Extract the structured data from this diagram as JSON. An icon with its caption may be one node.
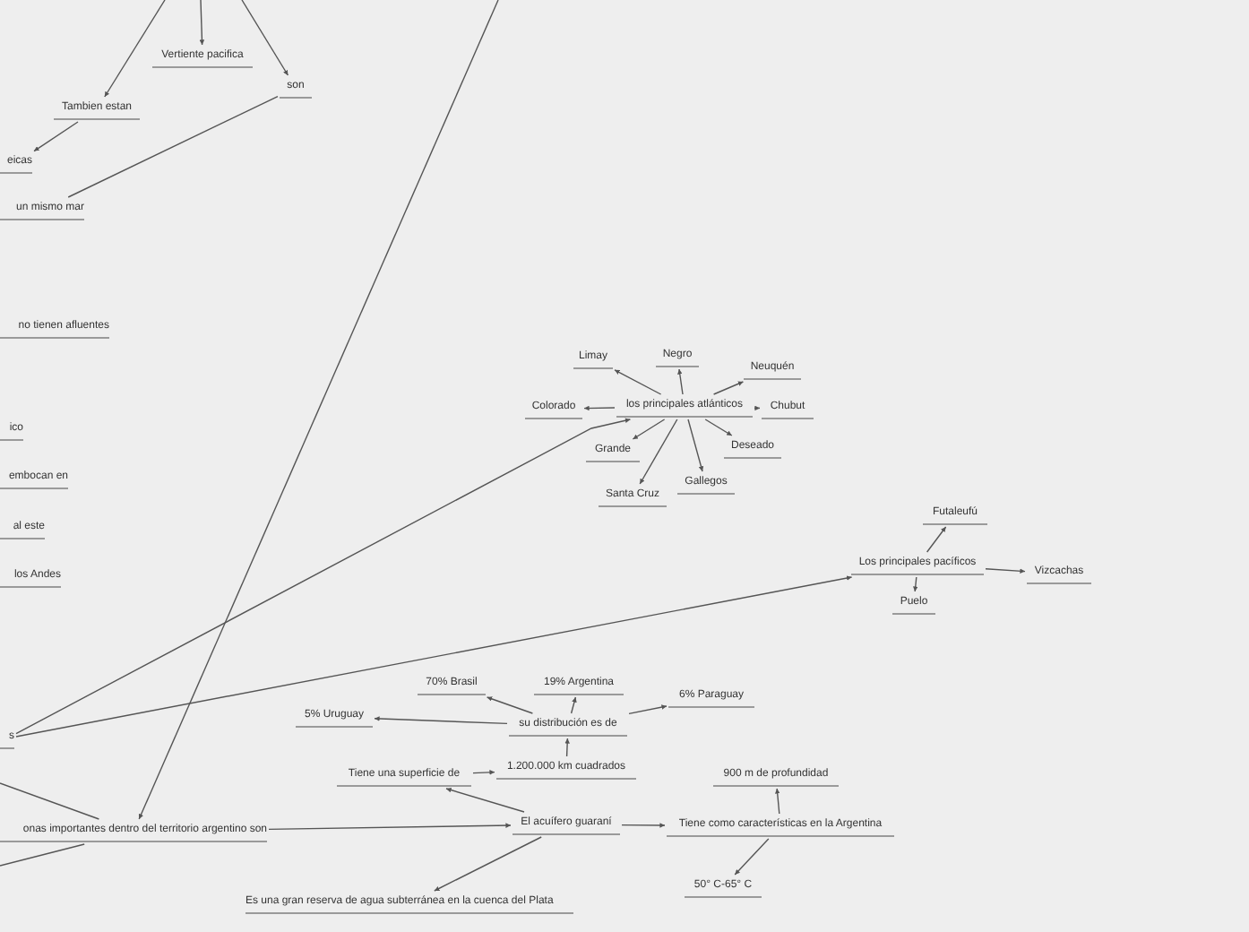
{
  "diagram": {
    "nodes": [
      {
        "text": [
          "Vertiente pacifica"
        ]
      },
      {
        "text": [
          "son"
        ]
      },
      {
        "text": [
          "Tambien estan"
        ]
      },
      {
        "text": [
          "eicas"
        ]
      },
      {
        "text": [
          "un mismo mar"
        ]
      },
      {
        "text": [
          "no tienen afluentes"
        ]
      },
      {
        "text": [
          "ico"
        ]
      },
      {
        "text": [
          "embocan en"
        ]
      },
      {
        "text": [
          "al este"
        ]
      },
      {
        "text": [
          "los Andes"
        ]
      },
      {
        "text": [
          "los principales atlánticos"
        ]
      },
      {
        "text": [
          "Limay"
        ]
      },
      {
        "text": [
          "Negro"
        ]
      },
      {
        "text": [
          "Neuquén"
        ]
      },
      {
        "text": [
          "Colorado"
        ]
      },
      {
        "text": [
          "Chubut"
        ]
      },
      {
        "text": [
          "Grande"
        ]
      },
      {
        "text": [
          "Deseado"
        ]
      },
      {
        "text": [
          "Gallegos"
        ]
      },
      {
        "text": [
          "Santa Cruz"
        ]
      },
      {
        "text": [
          "Los principales pacíficos"
        ]
      },
      {
        "text": [
          "Futaleufú"
        ]
      },
      {
        "text": [
          "Vizcachas"
        ]
      },
      {
        "text": [
          "Puelo"
        ]
      },
      {
        "text": [
          "s"
        ]
      },
      {
        "text": [
          "onas importantes dentro del territorio argentino son"
        ]
      },
      {
        "text": [
          "El acuífero guaraní"
        ]
      },
      {
        "text": [
          "Tiene una superficie de"
        ]
      },
      {
        "text": [
          "1.200.000 km cuadrados"
        ]
      },
      {
        "text": [
          "su distribución es de"
        ]
      },
      {
        "text": [
          "70% Brasil"
        ]
      },
      {
        "text": [
          "19% Argentina"
        ]
      },
      {
        "text": [
          "6% Paraguay"
        ]
      },
      {
        "text": [
          "5% Uruguay"
        ]
      },
      {
        "text": [
          "Tiene como características en la Argentina"
        ]
      },
      {
        "text": [
          "900 m de profundidad"
        ]
      },
      {
        "text": [
          "50° C-65° C"
        ]
      },
      {
        "text": [
          "Es una gran reserva de agua subterránea en la cuenca del Plata"
        ]
      }
    ],
    "edges": [
      {
        "from": null,
        "to": 0,
        "arrow": "to"
      },
      {
        "from": null,
        "to": 2,
        "arrow": "to"
      },
      {
        "from": null,
        "to": 1,
        "arrow": "to"
      },
      {
        "from": 2,
        "to": 3,
        "arrow": "to"
      },
      {
        "from": 1,
        "to": 4,
        "arrow": "none"
      },
      {
        "from": null,
        "to": 25,
        "arrow": "to"
      },
      {
        "from": 24,
        "to": 10,
        "arrow": "to"
      },
      {
        "from": 24,
        "to": 20,
        "arrow": "to"
      },
      {
        "from": 10,
        "to": 11,
        "arrow": "to"
      },
      {
        "from": 10,
        "to": 12,
        "arrow": "to"
      },
      {
        "from": 10,
        "to": 13,
        "arrow": "to"
      },
      {
        "from": 10,
        "to": 14,
        "arrow": "to"
      },
      {
        "from": 10,
        "to": 15,
        "arrow": "to"
      },
      {
        "from": 10,
        "to": 16,
        "arrow": "to"
      },
      {
        "from": 10,
        "to": 17,
        "arrow": "to"
      },
      {
        "from": 10,
        "to": 18,
        "arrow": "to"
      },
      {
        "from": 10,
        "to": 19,
        "arrow": "to"
      },
      {
        "from": 20,
        "to": 21,
        "arrow": "to"
      },
      {
        "from": 20,
        "to": 22,
        "arrow": "to"
      },
      {
        "from": 20,
        "to": 23,
        "arrow": "to"
      },
      {
        "from": null,
        "to": 25,
        "arrow": "none"
      },
      {
        "from": 25,
        "to": null,
        "arrow": "none"
      },
      {
        "from": 25,
        "to": 26,
        "arrow": "to"
      },
      {
        "from": 26,
        "to": 27,
        "arrow": "to"
      },
      {
        "from": 27,
        "to": 28,
        "arrow": "to"
      },
      {
        "from": 28,
        "to": 29,
        "arrow": "to"
      },
      {
        "from": 29,
        "to": 30,
        "arrow": "to"
      },
      {
        "from": 29,
        "to": 31,
        "arrow": "to"
      },
      {
        "from": 29,
        "to": 32,
        "arrow": "to"
      },
      {
        "from": 29,
        "to": 33,
        "arrow": "to"
      },
      {
        "from": 26,
        "to": 34,
        "arrow": "to"
      },
      {
        "from": 34,
        "to": 35,
        "arrow": "to"
      },
      {
        "from": 34,
        "to": 36,
        "arrow": "to"
      },
      {
        "from": 26,
        "to": 37,
        "arrow": "to"
      }
    ]
  }
}
